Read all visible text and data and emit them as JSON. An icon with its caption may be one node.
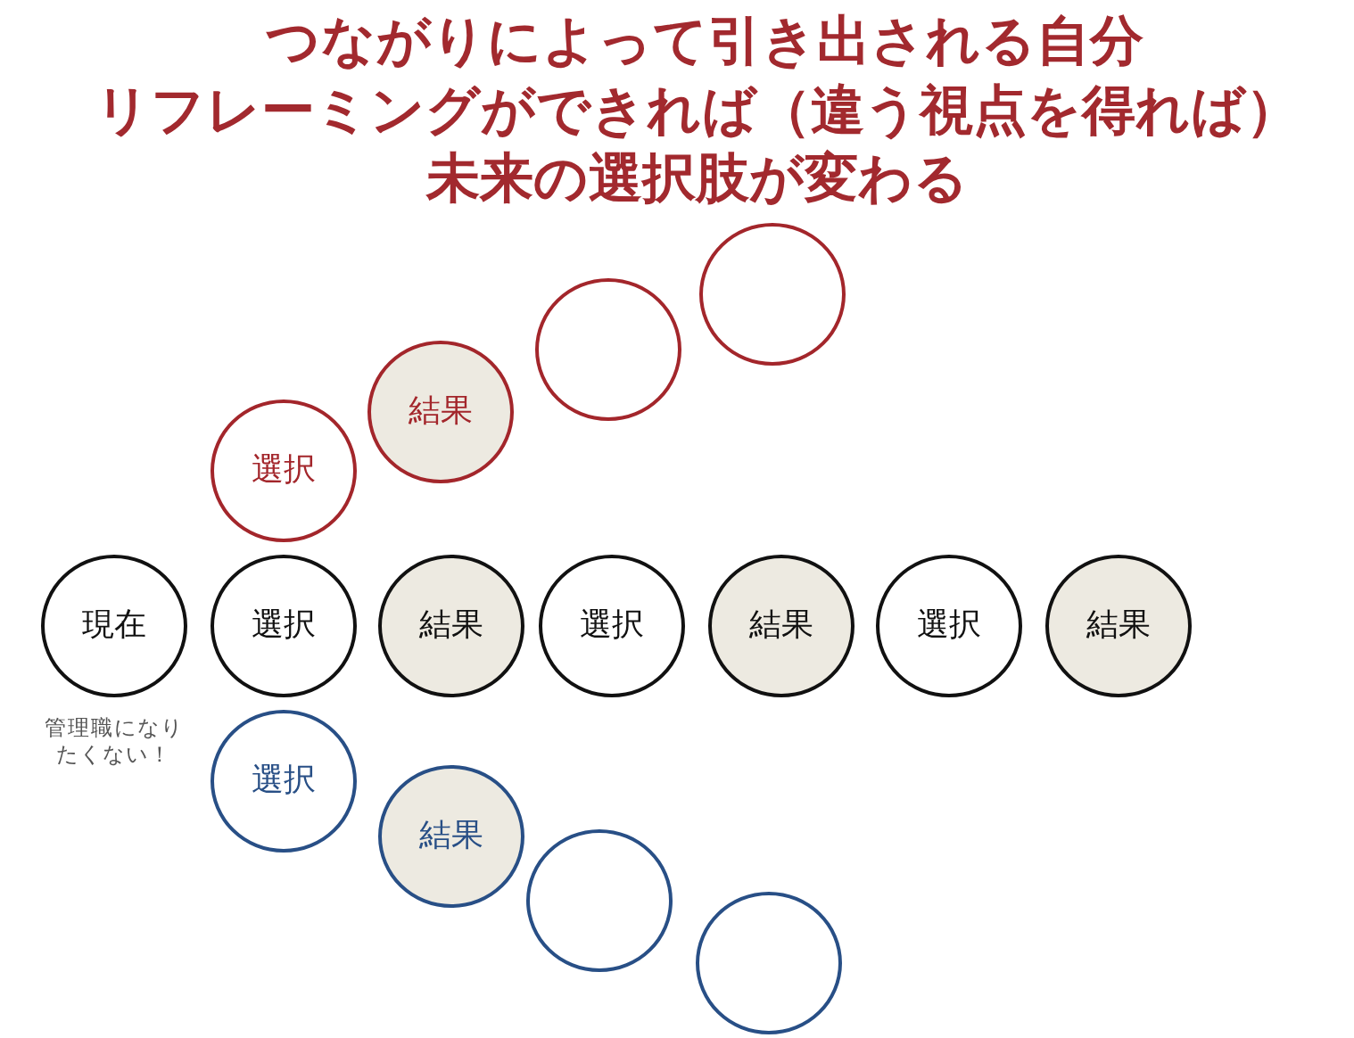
{
  "diagram": {
    "title": "つながりによって引き出される自分",
    "nodes": [
      {
        "text": [
          "選択"
        ]
      },
      {
        "text": [
          "結果"
        ]
      },
      {
        "text": [],
        "shape": "circle"
      },
      {
        "text": [],
        "shape": "circle"
      },
      {
        "text": [
          "現在"
        ],
        "beside": [
          "管理職になりたくない！"
        ]
      },
      {
        "text": [
          "選択"
        ]
      },
      {
        "text": [
          "結果"
        ]
      },
      {
        "text": [
          "選択"
        ]
      },
      {
        "text": [
          "結果"
        ]
      },
      {
        "text": [
          "選択"
        ]
      },
      {
        "text": [
          "結果"
        ]
      },
      {
        "text": [
          "選択"
        ]
      },
      {
        "text": [
          "結果"
        ]
      },
      {
        "text": [],
        "shape": "circle"
      },
      {
        "text": [],
        "shape": "circle"
      }
    ],
    "labels": [
      "リフレーミングができれば（違う視点を得れば）未来の選択肢が変わる"
    ]
  }
}
